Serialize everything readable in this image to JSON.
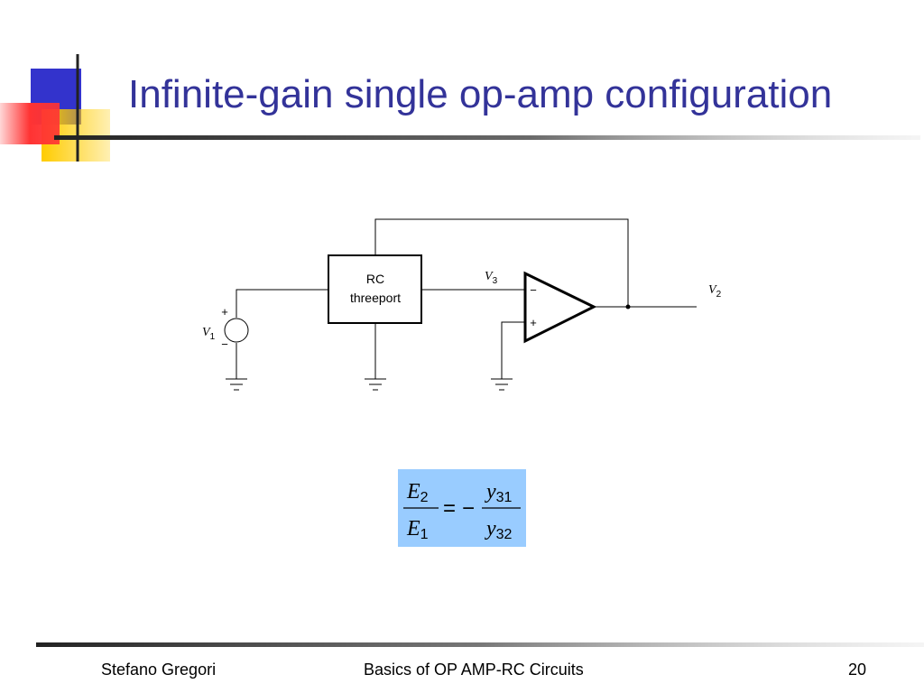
{
  "slide": {
    "title": "Infinite-gain single op-amp configuration",
    "footer": {
      "author": "Stefano Gregori",
      "course": "Basics of OP AMP-RC Circuits",
      "page": "20"
    }
  },
  "diagram": {
    "block_label_line1": "RC",
    "block_label_line2": "threeport",
    "v1_label": "V",
    "v1_sub": "1",
    "v2_label": "V",
    "v2_sub": "2",
    "v3_label": "V",
    "v3_sub": "3",
    "source_plus": "+",
    "source_minus": "−",
    "opamp_minus": "−",
    "opamp_plus": "+"
  },
  "formula": {
    "num_left": "E",
    "num_left_sub": "2",
    "den_left": "E",
    "den_left_sub": "1",
    "equals": "=",
    "minus": "−",
    "num_right": "y",
    "num_right_sub": "31",
    "den_right": "y",
    "den_right_sub": "32",
    "box_color": "#99ccff"
  },
  "colors": {
    "title": "#333399",
    "deco_blue": "#3333cc",
    "deco_yellow": "#ffcc00",
    "deco_red": "#ff3333"
  }
}
